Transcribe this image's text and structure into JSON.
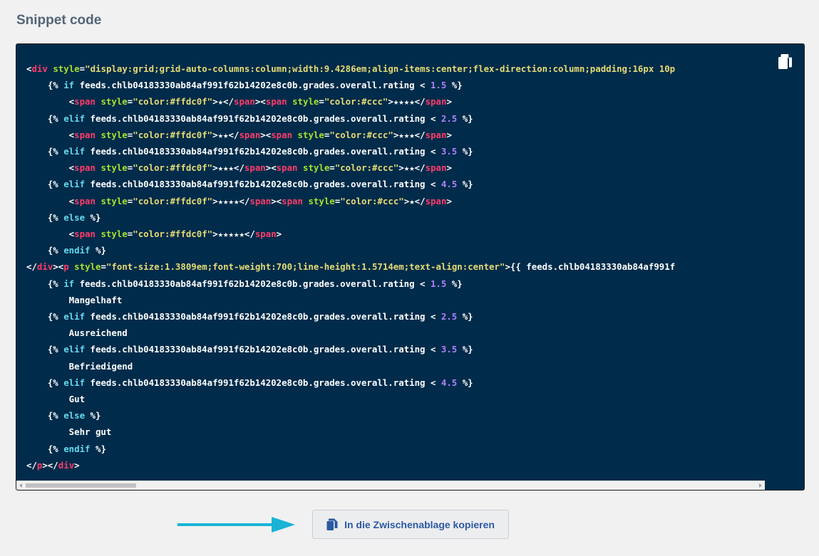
{
  "section": {
    "title": "Snippet code"
  },
  "code": {
    "lines": [
      "<div style=\"display:grid;grid-auto-columns:column;width:9.4286em;align-items:center;flex-direction:column;padding:16px 10p",
      "    {% if feeds.chlb04183330ab84af991f62b14202e8c0b.grades.overall.rating < 1.5 %}",
      "        <span style=\"color:#ffdc0f\">★</span><span style=\"color:#ccc\">★★★★</span>",
      "    {% elif feeds.chlb04183330ab84af991f62b14202e8c0b.grades.overall.rating < 2.5 %}",
      "        <span style=\"color:#ffdc0f\">★★</span><span style=\"color:#ccc\">★★★</span>",
      "    {% elif feeds.chlb04183330ab84af991f62b14202e8c0b.grades.overall.rating < 3.5 %}",
      "        <span style=\"color:#ffdc0f\">★★★</span><span style=\"color:#ccc\">★★</span>",
      "    {% elif feeds.chlb04183330ab84af991f62b14202e8c0b.grades.overall.rating < 4.5 %}",
      "        <span style=\"color:#ffdc0f\">★★★★</span><span style=\"color:#ccc\">★</span>",
      "    {% else %}",
      "        <span style=\"color:#ffdc0f\">★★★★★</span>",
      "    {% endif %}",
      "</div><p style=\"font-size:1.3809em;font-weight:700;line-height:1.5714em;text-align:center\">{{ feeds.chlb04183330ab84af991f",
      "    {% if feeds.chlb04183330ab84af991f62b14202e8c0b.grades.overall.rating < 1.5 %}",
      "        Mangelhaft",
      "    {% elif feeds.chlb04183330ab84af991f62b14202e8c0b.grades.overall.rating < 2.5 %}",
      "        Ausreichend",
      "    {% elif feeds.chlb04183330ab84af991f62b14202e8c0b.grades.overall.rating < 3.5 %}",
      "        Befriedigend",
      "    {% elif feeds.chlb04183330ab84af991f62b14202e8c0b.grades.overall.rating < 4.5 %}",
      "        Gut",
      "    {% else %}",
      "        Sehr gut",
      "    {% endif %}",
      "</p></div>"
    ]
  },
  "copy_button": {
    "label": "In die Zwischenablage kopieren"
  },
  "icons": {
    "copy_top": "copy-icon",
    "copy_button": "clipboard-icon",
    "arrow": "arrow-right-icon"
  },
  "colors": {
    "code_background": "#002b4a",
    "page_background": "#f1f1f1",
    "title": "#52657a",
    "button_text": "#2b5aa0",
    "arrow": "#1ab3d6",
    "tag": "#ff3b6b",
    "attribute": "#a6e22e",
    "string": "#e6db74",
    "keyword": "#66d9ef",
    "number": "#ae81ff"
  }
}
